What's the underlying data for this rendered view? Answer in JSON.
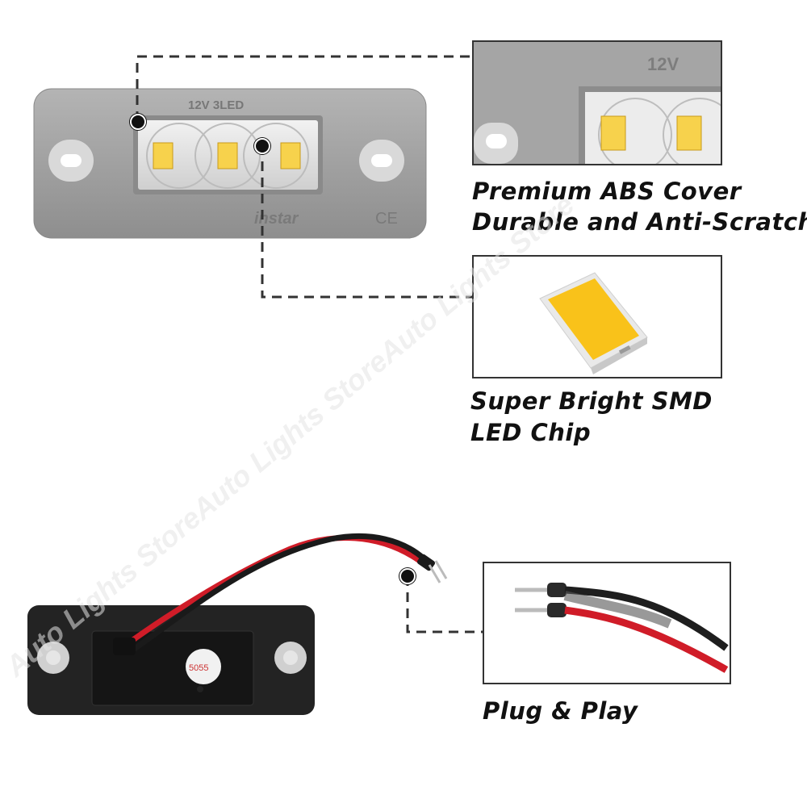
{
  "captions": {
    "abs_line1": "Premium ABS Cover",
    "abs_line2": "Durable and Anti-Scratch",
    "smd_line1": "Super Bright SMD",
    "smd_line2": "LED Chip",
    "plug": "Plug & Play"
  },
  "product": {
    "lamp_marking": "12V 3LED",
    "brand_marking": "instar",
    "ce_mark": "CE",
    "sticker_text": "5055"
  },
  "watermark": "Auto Lights StoreAuto Lights StoreAuto Lights Store",
  "colors": {
    "led_chip": "#f9c21a",
    "lamp_housing": "#9a9a9a",
    "wire_red": "#d01c28",
    "wire_black": "#1a1a1a"
  }
}
